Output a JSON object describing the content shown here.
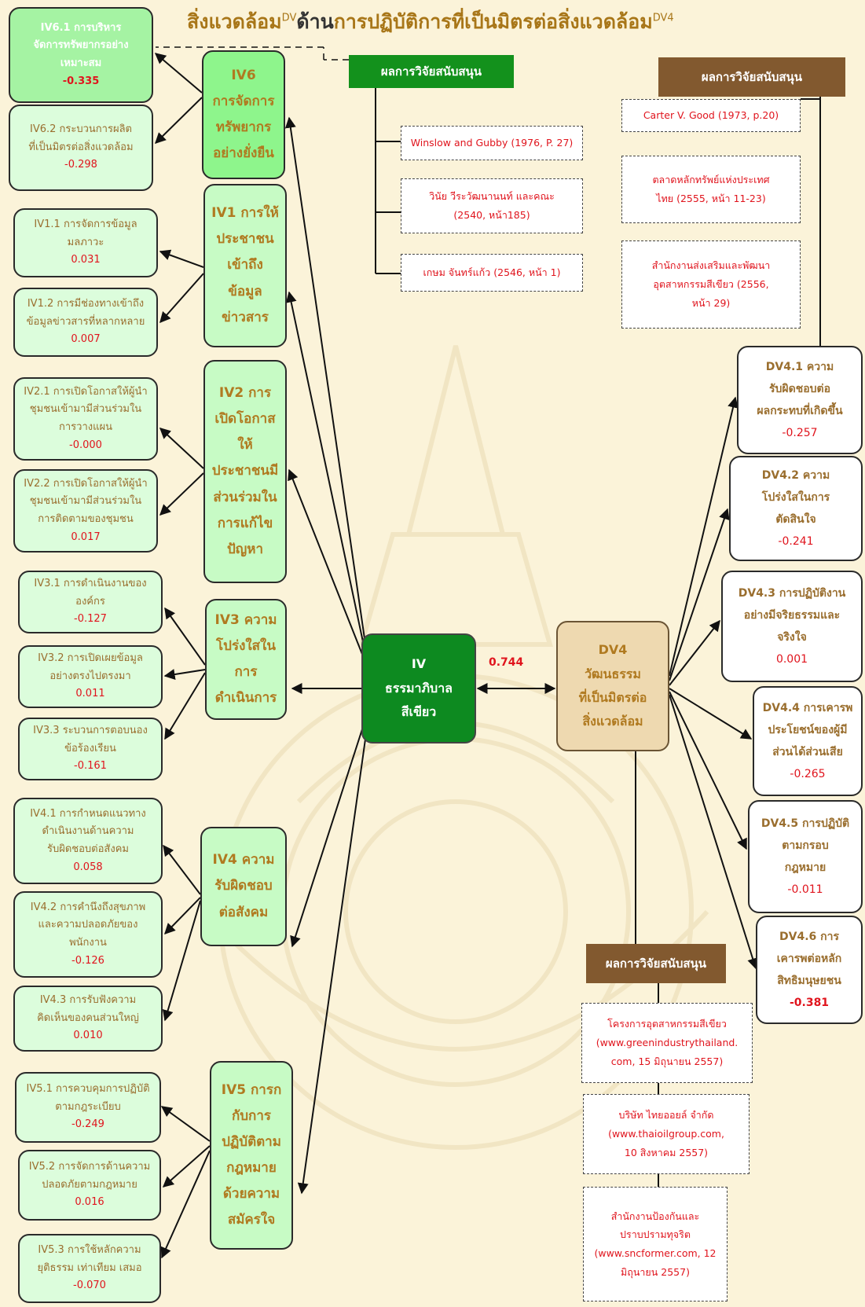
{
  "title": {
    "part1": "สิ่งแวดล้อม",
    "sup1": "DV",
    "part2": "ด้าน",
    "part3": "การปฏิบัติการที่เป็นมิตรต่อสิ่งแวดล้อม",
    "sup2": "DV4"
  },
  "center": {
    "line1": "IV",
    "line2": "ธรรมาภิบาล",
    "line3": "สีเขียว"
  },
  "correlation": "0.744",
  "dv4": {
    "line1": "DV4",
    "line2": "วัฒนธรรม",
    "line3": "ที่เป็นมิตรต่อ",
    "line4": "สิ่งแวดล้อม"
  },
  "iv_groups": {
    "iv6": {
      "lines": [
        "IV6",
        "การจัดการ",
        "ทรัพยากร",
        "อย่างยั่งยืน"
      ]
    },
    "iv1": {
      "lines": [
        "IV1 การให้",
        "ประชาชน",
        "เข้าถึง",
        "ข้อมูล",
        "ข่าวสาร"
      ]
    },
    "iv2": {
      "lines": [
        "IV2 การ",
        "เปิดโอกาส",
        "ให้",
        "ประชาชนมี",
        "ส่วนร่วมใน",
        "การแก้ไข",
        "ปัญหา"
      ]
    },
    "iv3": {
      "lines": [
        "IV3 ความ",
        "โปร่งใสใน",
        "การ",
        "ดำเนินการ"
      ]
    },
    "iv4": {
      "lines": [
        "IV4 ความ",
        "รับผิดชอบ",
        "ต่อสังคม"
      ]
    },
    "iv5": {
      "lines": [
        "IV5 การก",
        "กับการ",
        "ปฏิบัติตาม",
        "กฎหมาย",
        "ด้วยความ",
        "สมัครใจ"
      ]
    }
  },
  "iv_leaves": {
    "iv6_1": {
      "lines": [
        "IV6.1 การบริหาร",
        "จัดการทรัพยากรอย่าง",
        "เหมาะสม"
      ],
      "value": "-0.335"
    },
    "iv6_2": {
      "lines": [
        "IV6.2 กระบวนการผลิต",
        "ที่เป็นมิตรต่อสิ่งแวดล้อม"
      ],
      "value": "-0.298"
    },
    "iv1_1": {
      "lines": [
        "IV1.1 การจัดการข้อมูล",
        "มลภาวะ"
      ],
      "value": "0.031"
    },
    "iv1_2": {
      "lines": [
        "IV1.2 การมีช่องทางเข้าถึง",
        "ข้อมูลข่าวสารที่หลากหลาย"
      ],
      "value": "0.007"
    },
    "iv2_1": {
      "lines": [
        "IV2.1 การเปิดโอกาสให้ผู้นำ",
        "ชุมชนเข้ามามีส่วนร่วมใน",
        "การวางแผน"
      ],
      "value": "-0.000"
    },
    "iv2_2": {
      "lines": [
        "IV2.2 การเปิดโอกาสให้ผู้นำ",
        "ชุมชนเข้ามามีส่วนร่วมใน",
        "การติดตามของชุมชน"
      ],
      "value": "0.017"
    },
    "iv3_1": {
      "lines": [
        "IV3.1 การดำเนินงานของ",
        "องค์กร"
      ],
      "value": "-0.127"
    },
    "iv3_2": {
      "lines": [
        "IV3.2 การเปิดเผยข้อมูล",
        "อย่างตรงไปตรงมา"
      ],
      "value": "0.011"
    },
    "iv3_3": {
      "lines": [
        "IV3.3 ระบวนการตอบนอง",
        "ข้อร้องเรียน"
      ],
      "value": "-0.161"
    },
    "iv4_1": {
      "lines": [
        "IV4.1 การกำหนดแนวทาง",
        "ดำเนินงานด้านความ",
        "รับผิดชอบต่อสังคม"
      ],
      "value": "0.058"
    },
    "iv4_2": {
      "lines": [
        "IV4.2 การคำนึงถึงสุขภาพ",
        "และความปลอดภัยของ",
        "พนักงาน"
      ],
      "value": "-0.126"
    },
    "iv4_3": {
      "lines": [
        "IV4.3 การรับฟังความ",
        "คิดเห็นของคนส่วนใหญ่"
      ],
      "value": "0.010"
    },
    "iv5_1": {
      "lines": [
        "IV5.1 การควบคุมการปฏิบัติ",
        "ตามกฎระเบียบ"
      ],
      "value": "-0.249"
    },
    "iv5_2": {
      "lines": [
        "IV5.2 การจัดการด้านความ",
        "ปลอดภัยตามกฎหมาย"
      ],
      "value": "0.016"
    },
    "iv5_3": {
      "lines": [
        "IV5.3 การใช้หลักความ",
        "ยุติธรรม เท่าเทียม เสมอ"
      ],
      "value": "-0.070"
    }
  },
  "dv_leaves": {
    "dv4_1": {
      "lines": [
        "DV4.1 ความ",
        "รับผิดชอบต่อ",
        "ผลกระทบที่เกิดขึ้น"
      ],
      "value": "-0.257"
    },
    "dv4_2": {
      "lines": [
        "DV4.2 ความ",
        "โปร่งใสในการ",
        "ตัดสินใจ"
      ],
      "value": "-0.241"
    },
    "dv4_3": {
      "lines": [
        "DV4.3 การปฏิบัติงาน",
        "อย่างมีจริยธรรมและ",
        "จริงใจ"
      ],
      "value": "0.001"
    },
    "dv4_4": {
      "lines": [
        "DV4.4 การเคารพ",
        "ประโยชน์ของผู้มี",
        "ส่วนได้ส่วนเสีย"
      ],
      "value": "-0.265"
    },
    "dv4_5": {
      "lines": [
        "DV4.5 การปฏิบัติ",
        "ตามกรอบ",
        "กฎหมาย"
      ],
      "value": "-0.011"
    },
    "dv4_6": {
      "lines": [
        "DV4.6 การ",
        "เคารพต่อหลัก",
        "สิทธิมนุษยชน"
      ],
      "value": "-0.381"
    }
  },
  "support": {
    "green": {
      "label": "ผลการวิจัยสนับสนุน",
      "refs": [
        {
          "lines": [
            "Winslow and Gubby (1976, P. 27)"
          ]
        },
        {
          "lines": [
            "วินัย วีระวัฒนานนท์ และคณะ",
            "(2540, หน้า185)"
          ]
        },
        {
          "lines": [
            "เกษม จันทร์แก้ว (2546, หน้า 1)"
          ]
        }
      ]
    },
    "brown_top": {
      "label": "ผลการวิจัยสนับสนุน",
      "refs": [
        {
          "lines": [
            "Carter V. Good (1973, p.20)"
          ]
        },
        {
          "lines": [
            "ตลาดหลักทรัพย์แห่งประเทศ",
            "ไทย (2555, หน้า 11-23)"
          ]
        },
        {
          "lines": [
            "สำนักงานส่งเสริมและพัฒนา",
            "อุตสาหกรรมสีเขียว (2556,",
            "หน้า 29)"
          ]
        }
      ]
    },
    "brown_bottom": {
      "label": "ผลการวิจัยสนับสนุน",
      "refs": [
        {
          "lines": [
            "โครงการอุตสาหกรรมสีเขียว",
            "(www.greenindustrythailand.",
            "com, 15 มิถุนายน 2557)"
          ]
        },
        {
          "lines": [
            "บริษัท ไทยออยล์ จำกัด",
            "(www.thaioilgroup.com,",
            "10 สิงหาคม 2557)"
          ]
        },
        {
          "lines": [
            "สำนักงานป้องกันและ",
            "ปราบปรามทุจริต",
            "(www.sncformer.com, 12",
            "มิถุนายน 2557)"
          ]
        }
      ]
    }
  },
  "colors": {
    "leaf_fill": "#dcfddc",
    "group_fill": "#c7fbc5",
    "center_fill": "#0d8a20",
    "dv_fill": "#eed9b0",
    "value_red": "#e0141d",
    "label_brown": "#9a6e2e",
    "support_green": "#13911c",
    "support_brown": "#82592f"
  }
}
